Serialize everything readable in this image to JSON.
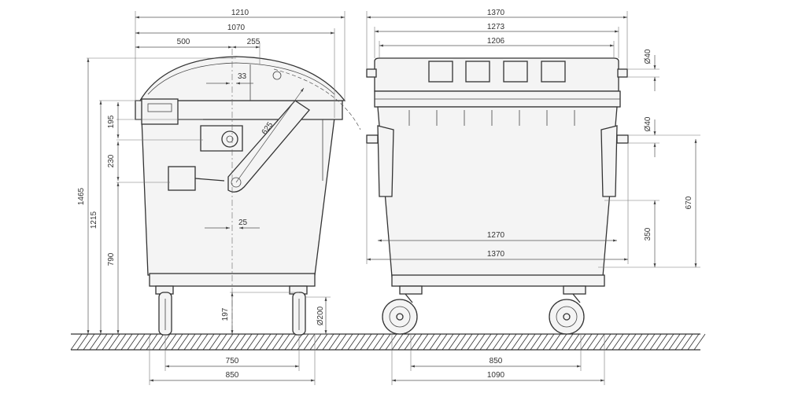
{
  "side_view": {
    "widths": {
      "overall": "1210",
      "body": "1070",
      "left_offset": "500",
      "right_offset": "255"
    },
    "heights": {
      "total": "1465",
      "rim": "1215",
      "lower": "790",
      "upper_a": "195",
      "upper_b": "230",
      "wheel_axle": "197"
    },
    "hinge": {
      "offset": "33",
      "arm": "625",
      "bolt": "25"
    },
    "wheel_diameter": "Ø200",
    "base": {
      "wheel_track": "750",
      "base_width": "850"
    }
  },
  "front_view": {
    "widths": {
      "overall": "1370",
      "lid": "1273",
      "lid_top": "1206",
      "body_inner": "1270",
      "body_outer": "1370"
    },
    "pins": {
      "upper": "Ø40",
      "lower": "Ø40"
    },
    "heights": {
      "pin_height": "670",
      "lower_pin": "350"
    },
    "base": {
      "wheel_track": "850",
      "base_width": "1090"
    }
  }
}
